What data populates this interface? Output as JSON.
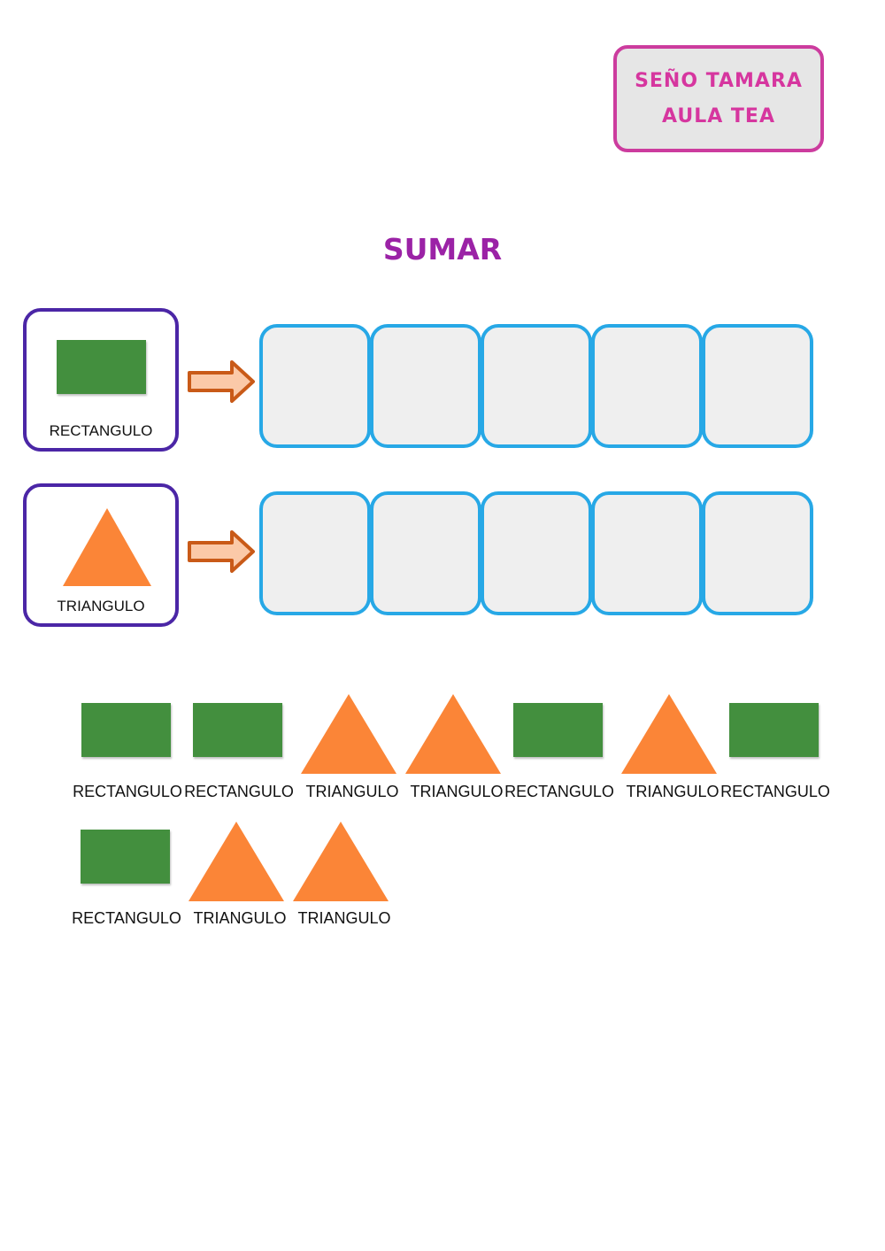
{
  "author": {
    "line1": "SEÑO TAMARA",
    "line2": "AULA TEA"
  },
  "title": "SUMAR",
  "rows": [
    {
      "shape": "rectangle",
      "label": "RECTANGULO"
    },
    {
      "shape": "triangle",
      "label": "TRIANGULO"
    }
  ],
  "pieces": [
    {
      "shape": "rectangle",
      "label": "RECTANGULO"
    },
    {
      "shape": "rectangle",
      "label": "RECTANGULO"
    },
    {
      "shape": "triangle",
      "label": "TRIANGULO"
    },
    {
      "shape": "triangle",
      "label": "TRIANGULO"
    },
    {
      "shape": "rectangle",
      "label": "RECTANGULO"
    },
    {
      "shape": "triangle",
      "label": "TRIANGULO"
    },
    {
      "shape": "rectangle",
      "label": "RECTANGULO"
    },
    {
      "shape": "rectangle",
      "label": "RECTANGULO"
    },
    {
      "shape": "triangle",
      "label": "TRIANGULO"
    },
    {
      "shape": "triangle",
      "label": "TRIANGULO"
    }
  ],
  "colors": {
    "rectangle": "#438f3e",
    "triangle": "#fb8537",
    "slot_border": "#27a8e6",
    "card_border": "#4b26a6",
    "title": "#9b22a6",
    "author": "#d6369f"
  }
}
